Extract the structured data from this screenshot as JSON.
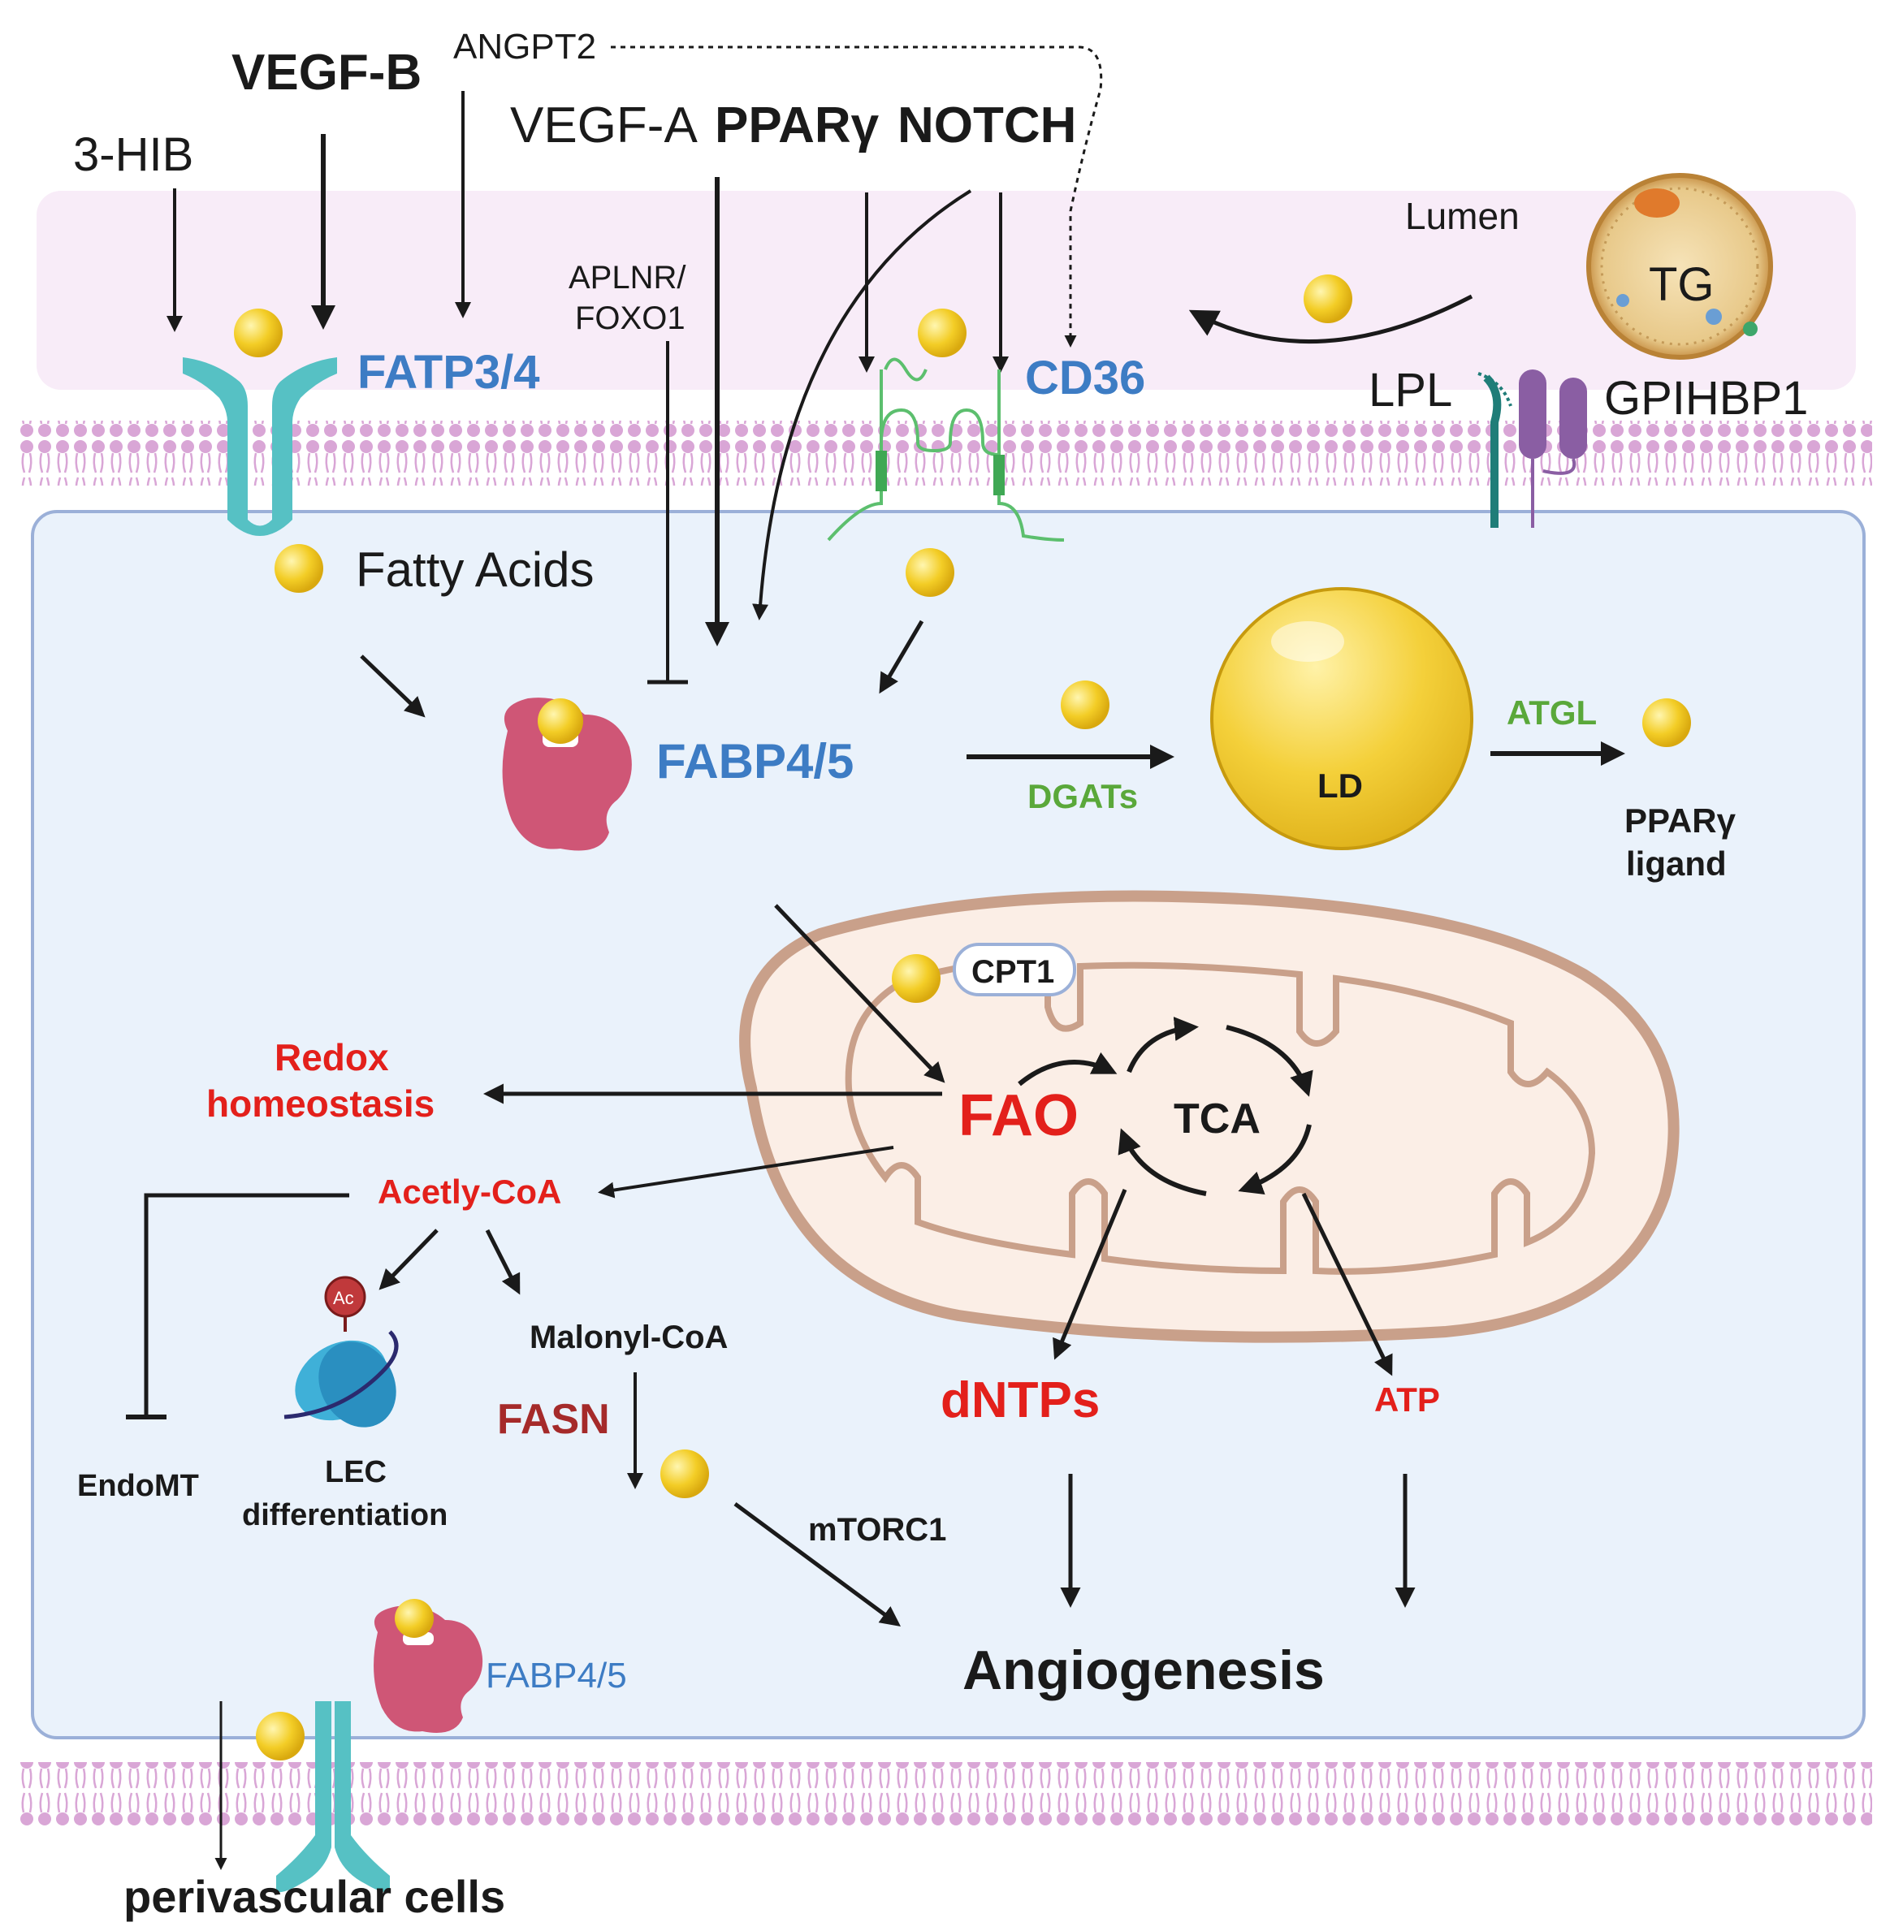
{
  "labels": {
    "hib": "3-HIB",
    "vegfb": "VEGF-B",
    "angpt2": "ANGPT2",
    "vegfa": "VEGF-A",
    "pparg": "PPARγ",
    "notch": "NOTCH",
    "lumen": "Lumen",
    "tg": "TG",
    "fatp": "FATP3/4",
    "aplnr_line1": "APLNR/",
    "aplnr_line2": "FOXO1",
    "cd36": "CD36",
    "lpl": "LPL",
    "gpihbp1": "GPIHBP1",
    "fatty_acids": "Fatty Acids",
    "fabp_main": "FABP4/5",
    "dgats": "DGATs",
    "ld": "LD",
    "atgl": "ATGL",
    "ppar_ligand_line1": "PPARγ",
    "ppar_ligand_line2": "ligand",
    "cpt1": "CPT1",
    "redox_line1": "Redox",
    "redox_line2": "homeostasis",
    "fao": "FAO",
    "tca": "TCA",
    "acetyl_coa": "Acetly-CoA",
    "ac": "Ac",
    "malonyl_coa": "Malonyl-CoA",
    "fasn": "FASN",
    "endomt": "EndoMT",
    "lec_line1": "LEC",
    "lec_line2": "differentiation",
    "mtorc1": "mTORC1",
    "dntps": "dNTPs",
    "atp": "ATP",
    "fabp_bottom": "FABP4/5",
    "angiogenesis": "Angiogenesis",
    "perivascular": "perivascular cells"
  },
  "colors": {
    "blue_label": "#3d7cc4",
    "green_label": "#5aa83a",
    "red_label": "#e3201b",
    "dark_red_label": "#a52a2a",
    "black": "#1a1a1a",
    "lumen_fill": "#f8ecf8",
    "membrane": "#d9a6d6",
    "cell_fill": "#eaf2fb",
    "cell_border": "#9bb0d8",
    "lipid": "#f2c81e",
    "transporter": "#56c1c4",
    "fabp_protein": "#cf5676",
    "mito_outer": "#c9a08a",
    "mito_fill": "#fbeee6",
    "cd36_line": "#5cbf6e",
    "lpl_teal": "#1f7d78",
    "gpihbp1_purple": "#8a5ea3"
  }
}
